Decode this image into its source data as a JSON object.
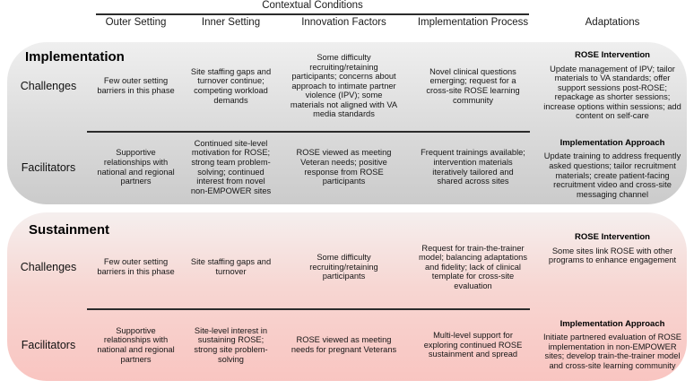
{
  "header": {
    "group_title": "Contextual Conditions",
    "columns": [
      "Outer Setting",
      "Inner Setting",
      "Innovation Factors",
      "Implementation Process"
    ],
    "adaptations_title": "Adaptations"
  },
  "sections": [
    {
      "title": "Implementation",
      "rows": [
        {
          "label": "Challenges",
          "cells": [
            "Few outer setting barriers in this phase",
            "Site staffing gaps and turnover continue; competing workload demands",
            "Some difficulty recruiting/retaining participants; concerns about approach to intimate partner violence (IPV); some materials not aligned with VA media standards",
            "Novel clinical questions emerging; request for a cross-site ROSE learning community"
          ],
          "adaptation": {
            "heading": "ROSE Intervention",
            "body": "Update management of IPV; tailor materials to VA standards; offer support sessions post-ROSE; repackage as shorter sessions; increase options within sessions; add content on self-care"
          }
        },
        {
          "label": "Facilitators",
          "cells": [
            "Supportive relationships with national and regional partners",
            "Continued site-level motivation for ROSE; strong team problem-solving; continued interest from novel non-EMPOWER sites",
            "ROSE viewed as meeting Veteran needs; positive response from ROSE participants",
            "Frequent trainings available; intervention materials iteratively tailored and shared across sites"
          ],
          "adaptation": {
            "heading": "Implementation Approach",
            "body": "Update training to address frequently asked questions; tailor recruitment materials; create patient-facing recruitment video and cross-site messaging channel"
          }
        }
      ]
    },
    {
      "title": "Sustainment",
      "rows": [
        {
          "label": "Challenges",
          "cells": [
            "Few outer setting barriers in this phase",
            "Site staffing gaps and turnover",
            "Some difficulty recruiting/retaining participants",
            "Request for train-the-trainer model; balancing adaptations and fidelity; lack of clinical template for cross-site evaluation"
          ],
          "adaptation": {
            "heading": "ROSE Intervention",
            "body": "Some sites link ROSE with other programs to enhance engagement"
          }
        },
        {
          "label": "Facilitators",
          "cells": [
            "Supportive relationships with national and regional partners",
            "Site-level interest in sustaining ROSE; strong site problem-solving",
            "ROSE viewed as meeting needs for pregnant Veterans",
            "Multi-level support for exploring continued ROSE sustainment and spread"
          ],
          "adaptation": {
            "heading": "Implementation Approach",
            "body": "Initiate partnered evaluation of ROSE implementation in non-EMPOWER sites; develop train-the-trainer model and cross-site learning community"
          }
        }
      ]
    }
  ],
  "colors": {
    "implementation_box_top": "#efefef",
    "implementation_box_bottom": "#cbcbcb",
    "sustainment_box_top": "#f5efee",
    "sustainment_box_mid": "#f7d6d2",
    "sustainment_box_bottom": "#f9c5c1",
    "line": "#2b2b2b"
  }
}
